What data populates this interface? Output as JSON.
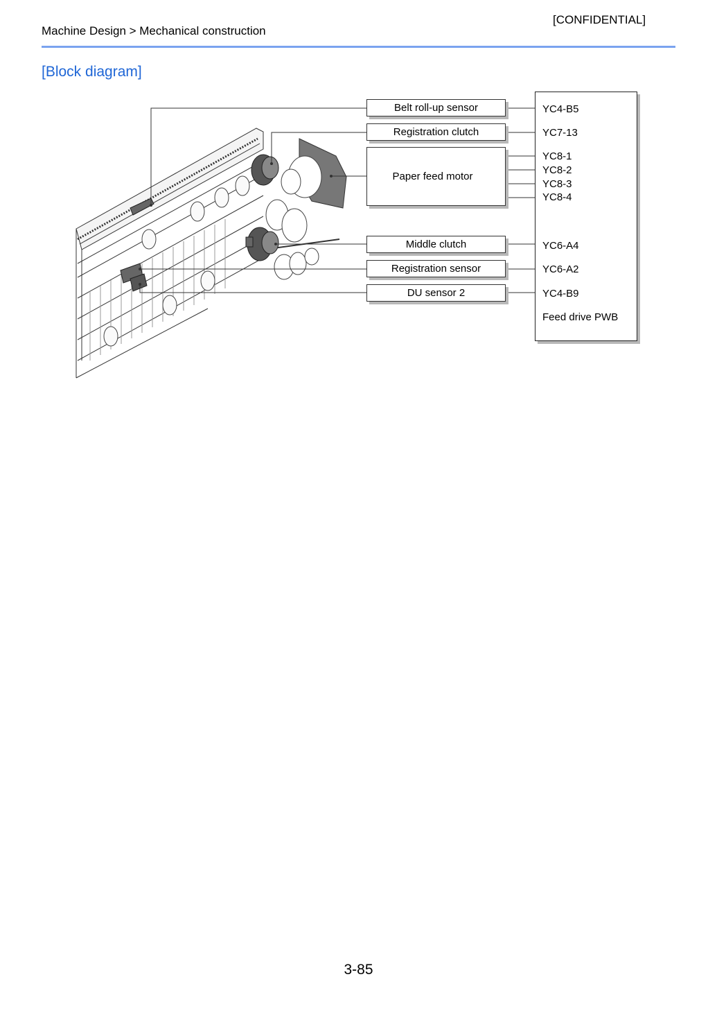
{
  "header": {
    "confidential": "[CONFIDENTIAL]",
    "breadcrumb": "Machine Design > Mechanical construction"
  },
  "section": {
    "title": "[Block diagram]"
  },
  "diagram": {
    "components": {
      "belt_rollup_sensor": "Belt roll-up sensor",
      "registration_clutch": "Registration clutch",
      "paper_feed_motor": "Paper feed motor",
      "middle_clutch": "Middle clutch",
      "registration_sensor": "Registration sensor",
      "du_sensor_2": "DU sensor 2"
    },
    "connectors": {
      "yc4_b5": "YC4-B5",
      "yc7_13": "YC7-13",
      "yc8_1": "YC8-1",
      "yc8_2": "YC8-2",
      "yc8_3": "YC8-3",
      "yc8_4": "YC8-4",
      "yc6_a4": "YC6-A4",
      "yc6_a2": "YC6-A2",
      "yc4_b9": "YC4-B9"
    },
    "board_label": "Feed drive PWB"
  },
  "footer": {
    "page_number": "3-85"
  }
}
